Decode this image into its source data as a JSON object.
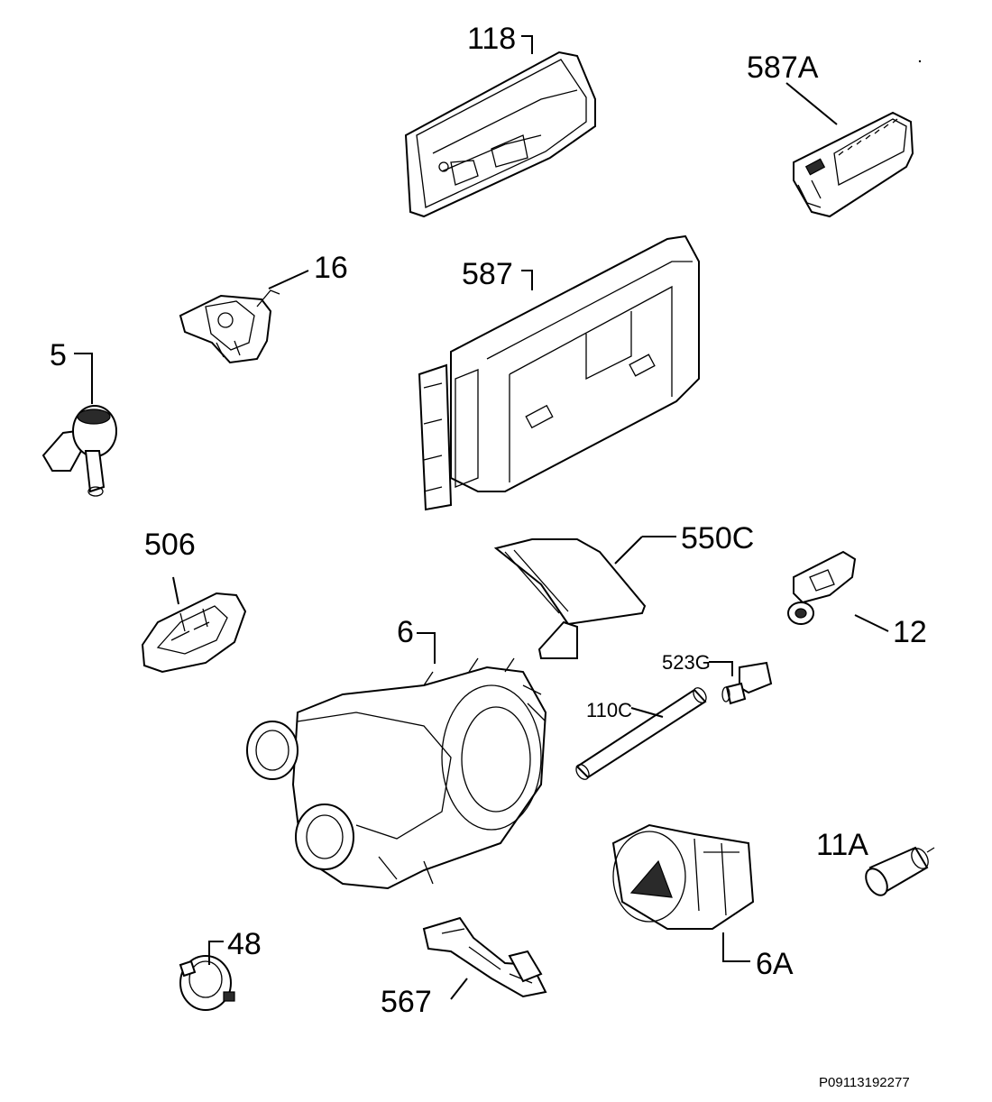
{
  "parts": [
    {
      "id": "118",
      "label": "118"
    },
    {
      "id": "587A",
      "label": "587A"
    },
    {
      "id": "16",
      "label": "16"
    },
    {
      "id": "587",
      "label": "587"
    },
    {
      "id": "5",
      "label": "5"
    },
    {
      "id": "506",
      "label": "506"
    },
    {
      "id": "550C",
      "label": "550C"
    },
    {
      "id": "12",
      "label": "12"
    },
    {
      "id": "6",
      "label": "6"
    },
    {
      "id": "523G",
      "label": "523G"
    },
    {
      "id": "110C",
      "label": "110C"
    },
    {
      "id": "11A",
      "label": "11A"
    },
    {
      "id": "6A",
      "label": "6A"
    },
    {
      "id": "48",
      "label": "48"
    },
    {
      "id": "567",
      "label": "567"
    }
  ],
  "reference_code": "P09113192277"
}
